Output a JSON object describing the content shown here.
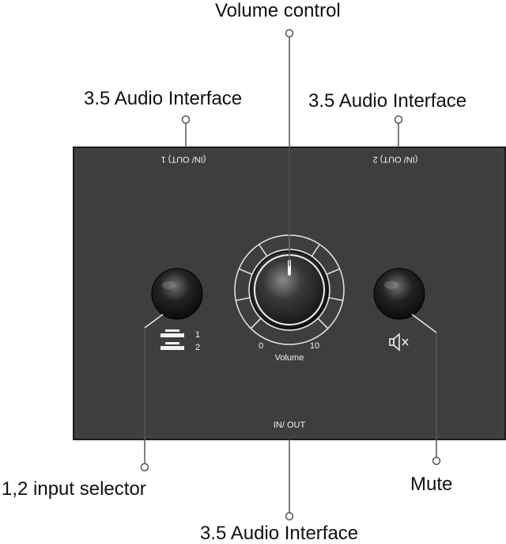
{
  "callouts": {
    "volume_control": "Volume control",
    "audio_interface_left": "3.5 Audio Interface",
    "audio_interface_right": "3.5 Audio Interface",
    "audio_interface_bottom": "3.5 Audio Interface",
    "input_selector": "1,2 input selector",
    "mute": "Mute"
  },
  "panel": {
    "port1_label": "(IN/ OUT) 1",
    "port2_label": "(IN/ OUT) 2",
    "bottom_port_label": "IN/ OUT",
    "selector_option_1": "1",
    "selector_option_2": "2",
    "knob_min": "0",
    "knob_max": "10",
    "knob_label": "Volume"
  },
  "icons": {
    "mute_button": "speaker-muted-icon",
    "selector_button": "input-switch-icon"
  },
  "colors": {
    "panel": "#3e3e3e",
    "panel_text": "#f2f2f2",
    "callout_line": "#555555"
  }
}
